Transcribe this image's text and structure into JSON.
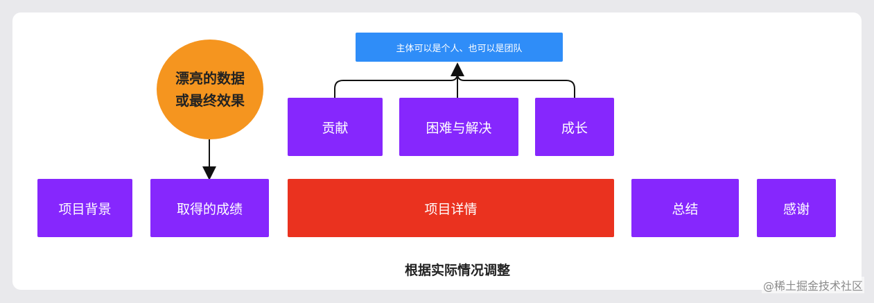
{
  "top_note": "主体可以是个人、也可以是团队",
  "circle": {
    "line1": "漂亮的数据",
    "line2": "或最终效果"
  },
  "details": {
    "contribution": "贡献",
    "difficulty": "困难与解决",
    "growth": "成长"
  },
  "main_row": {
    "background": "项目背景",
    "achievement": "取得的成绩",
    "project_detail": "项目详情",
    "summary": "总结",
    "thanks": "感谢"
  },
  "caption": "根据实际情况调整",
  "watermark": "@稀土掘金技术社区",
  "colors": {
    "purple": "#8627fd",
    "red": "#ea321f",
    "blue": "#2f8df8",
    "orange": "#f5951f"
  }
}
